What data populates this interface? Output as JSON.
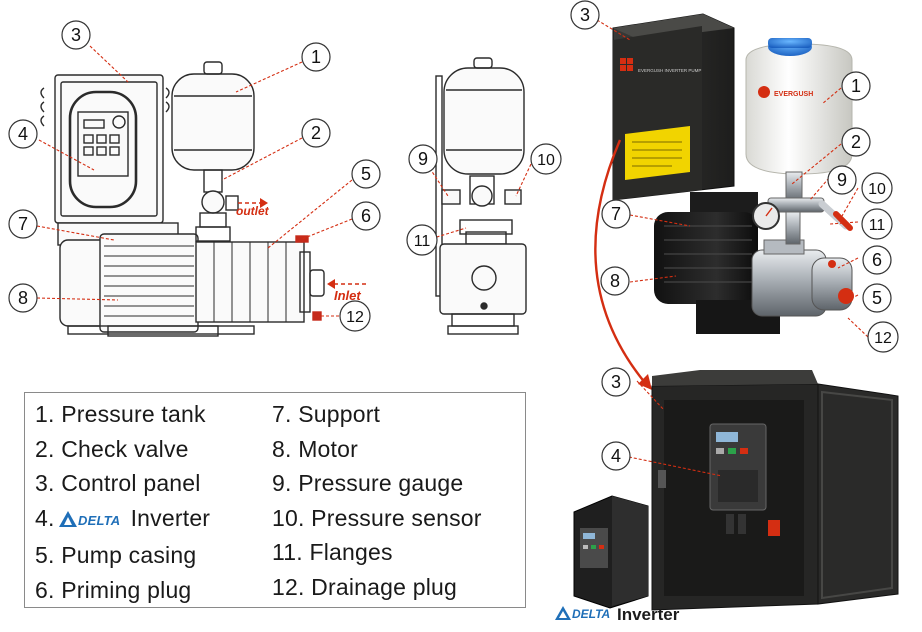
{
  "callouts": [
    "1",
    "2",
    "3",
    "4",
    "5",
    "6",
    "7",
    "8",
    "9",
    "10",
    "11",
    "12"
  ],
  "diagram_labels": {
    "outlet": "outlet",
    "inlet": "Inlet"
  },
  "legend": {
    "left": [
      {
        "num": "1.",
        "text": "Pressure tank"
      },
      {
        "num": "2.",
        "text": "Check valve"
      },
      {
        "num": "3.",
        "text": "Control panel"
      },
      {
        "num": "4.",
        "text": "Inverter",
        "brand": "DELTA"
      },
      {
        "num": "5.",
        "text": "Pump casing"
      },
      {
        "num": "6.",
        "text": "Priming plug"
      }
    ],
    "right": [
      {
        "num": "7.",
        "text": "Support"
      },
      {
        "num": "8.",
        "text": "Motor"
      },
      {
        "num": "9.",
        "text": "Pressure gauge"
      },
      {
        "num": "10.",
        "text": "Pressure sensor"
      },
      {
        "num": "11.",
        "text": "Flanges"
      },
      {
        "num": "12.",
        "text": "Drainage plug"
      }
    ]
  },
  "photo_text": {
    "tank_brand": "EVERGUSH",
    "panel_brand_en": "EVERGUSH INVERTER PUMP"
  },
  "brand_caption": {
    "logo": "DELTA",
    "text": "Inverter"
  },
  "colors": {
    "accent_red": "#d42e12",
    "delta_blue": "#1f6fb8",
    "outline": "#2b2b2b"
  }
}
